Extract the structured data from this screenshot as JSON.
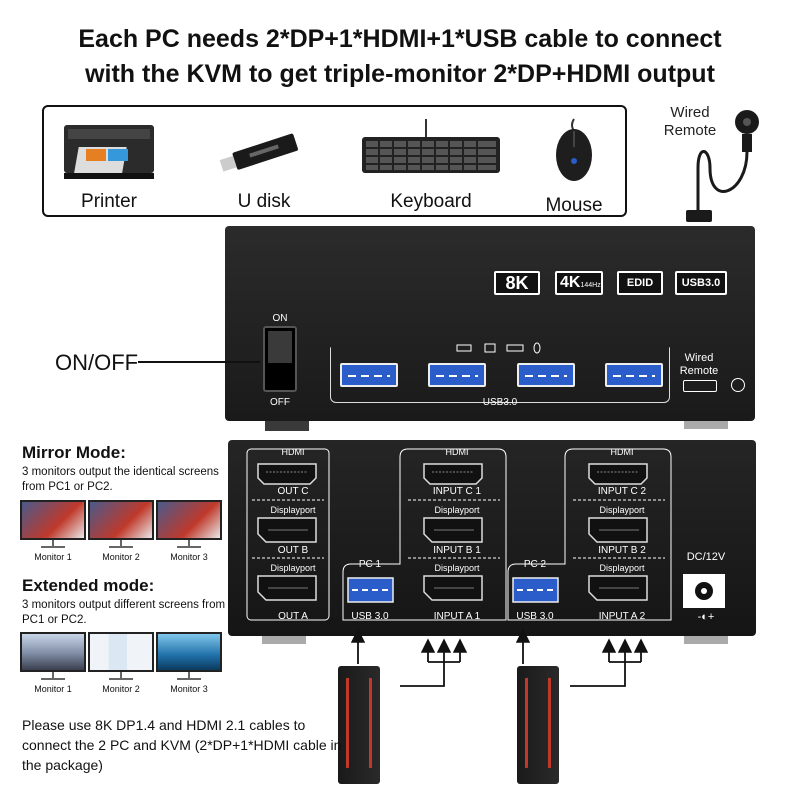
{
  "title_line1": "Each PC needs 2*DP+1*HDMI+1*USB cable to connect",
  "title_line2": "with the KVM to get triple-monitor 2*DP+HDMI output",
  "peripherals": [
    {
      "label": "Printer",
      "icon": "printer-icon"
    },
    {
      "label": "U disk",
      "icon": "usb-drive-icon"
    },
    {
      "label": "Keyboard",
      "icon": "keyboard-icon"
    },
    {
      "label": "Mouse",
      "icon": "mouse-icon"
    }
  ],
  "wired_remote_label": "Wired Remote",
  "badges": [
    "8K",
    "4K",
    "EDID",
    "USB3.0"
  ],
  "badge_4k_sub": "144Hz",
  "switch": {
    "on": "ON",
    "off": "OFF"
  },
  "onoff_label": "ON/OFF",
  "front_usb_label": "USB3.0",
  "front_wired_remote": "Wired Remote",
  "rear": {
    "out_col": {
      "hdmi": "HDMI",
      "out_c": "OUT C",
      "dp1": "Displayport",
      "out_b": "OUT B",
      "dp2": "Displayport",
      "out_a": "OUT A"
    },
    "pc1": {
      "hdmi": "HDMI",
      "input_c": "INPUT C 1",
      "dp1": "Displayport",
      "input_b": "INPUT B 1",
      "dp2": "Displayport",
      "input_a": "INPUT A 1",
      "pc": "PC 1",
      "usb": "USB 3.0"
    },
    "pc2": {
      "hdmi": "HDMI",
      "input_c": "INPUT C 2",
      "dp1": "Displayport",
      "input_b": "INPUT B 2",
      "dp2": "Displayport",
      "input_a": "INPUT A 2",
      "pc": "PC 2",
      "usb": "USB 3.0"
    },
    "dc": "DC/12V",
    "polarity": "-◐+"
  },
  "mirror": {
    "title": "Mirror Mode:",
    "desc": "3 monitors output the identical screens from PC1 or PC2.",
    "monitors": [
      "Monitor 1",
      "Monitor 2",
      "Monitor 3"
    ]
  },
  "extended": {
    "title": "Extended mode:",
    "desc": "3 monitors output different screens from PC1 or PC2.",
    "monitors": [
      "Monitor 1",
      "Monitor 2",
      "Monitor 3"
    ]
  },
  "note": "Please use 8K DP1.4 and HDMI 2.1 cables to connect the 2 PC and KVM (2*DP+1*HDMI cable in the package)",
  "colors": {
    "usb_blue": "#2a5dc9",
    "device_black": "#1c1c1c",
    "pc_red": "#c0392b"
  }
}
